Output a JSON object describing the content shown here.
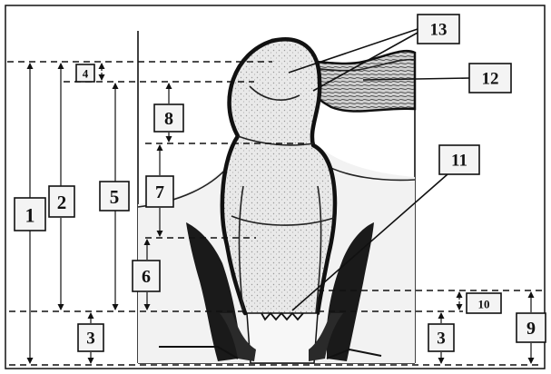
{
  "labels": {
    "l1": "1",
    "l2": "2",
    "l3a": "3",
    "l3b": "3",
    "l4": "4",
    "l5": "5",
    "l6": "6",
    "l7": "7",
    "l8": "8",
    "l9": "9",
    "l10": "10",
    "l11": "11",
    "l12": "12",
    "l13": "13"
  }
}
